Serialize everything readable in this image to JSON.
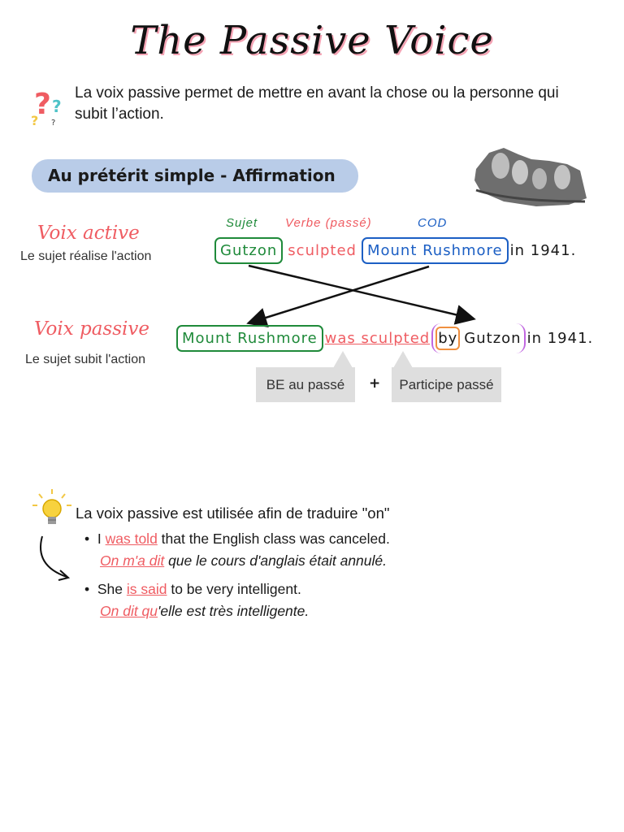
{
  "title": "The Passive Voice",
  "intro": "La voix passive permet de mettre en avant la chose ou la personne qui subit l’action.",
  "section": "Au prétérit simple - Affirmation",
  "labels": {
    "subject": "Sujet",
    "verb": "Verbe (passé)",
    "object": "COD"
  },
  "active": {
    "title": "Voix active",
    "desc": "Le sujet réalise l'action",
    "subject": "Gutzon",
    "verb": "sculpted",
    "object": "Mount Rushmore",
    "rest": "in 1941."
  },
  "passive": {
    "title": "Voix passive",
    "desc": "Le sujet subit l'action",
    "subject": "Mount Rushmore",
    "verb": "was sculpted",
    "by": "by",
    "agent": "Gutzon",
    "rest": "in 1941."
  },
  "formula": {
    "be": "BE au passé",
    "plus": "+",
    "participle": "Participe passé"
  },
  "tip": {
    "heading": "La voix passive est utilisée afin de traduire \"on\"",
    "examples": [
      {
        "pre": "I ",
        "hl": "was told",
        "post": " that the English class was canceled.",
        "tr_hl": "On m'a dit",
        "tr_rest": " que le cours d'anglais était annulé."
      },
      {
        "pre": "She ",
        "hl": "is said",
        "post": " to be very intelligent.",
        "tr_hl": "On dit qu",
        "tr_rest": "'elle est très intelligente."
      }
    ]
  },
  "colors": {
    "accent_red": "#ef5c62",
    "green": "#1f8a3a",
    "blue": "#1c5fc4",
    "pill": "#b9cce8"
  },
  "icons": [
    "question-marks-icon",
    "mount-rushmore-image",
    "lightbulb-icon",
    "curved-arrow-icon"
  ]
}
